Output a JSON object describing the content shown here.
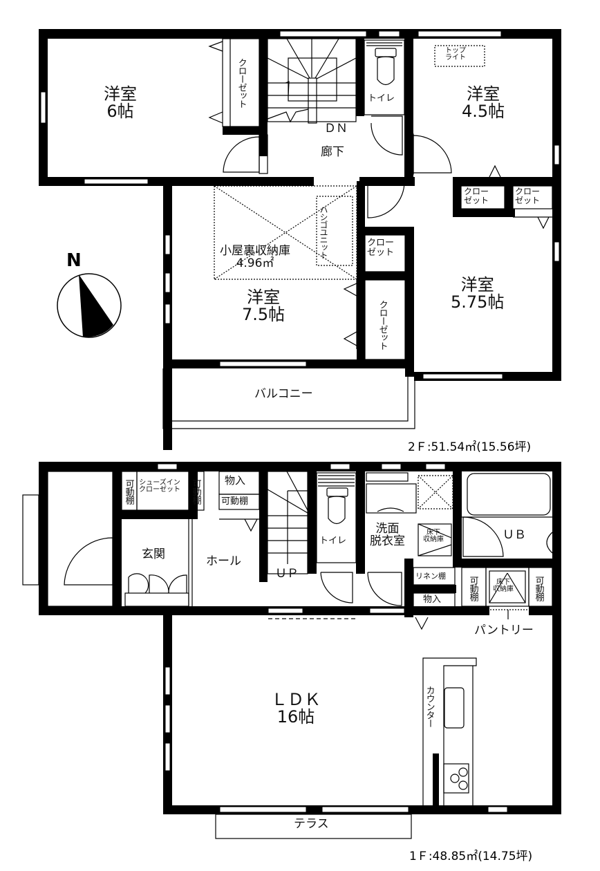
{
  "floor2": {
    "area_label": "2Ｆ:51.54㎡(15.56坪)",
    "rooms": {
      "western6": {
        "name": "洋室",
        "size": "6帖"
      },
      "closet_w6": "クローゼット",
      "stairs_label": "ＤＮ",
      "hallway": "廊下",
      "toilet": "トイレ",
      "toplight": "トップ\nライト",
      "western45": {
        "name": "洋室",
        "size": "4.5帖"
      },
      "closet_a": "クロー\nゼット",
      "closet_b": "クロー\nゼット",
      "attic": {
        "name": "小屋裏収納庫",
        "size": "4.96㎡"
      },
      "hashigo_unit": "ハシゴユニット",
      "closet_c": "クロー\nゼット",
      "western75": {
        "name": "洋室",
        "size": "7.5帖"
      },
      "closet_w75": "クローゼット",
      "western575": {
        "name": "洋室",
        "size": "5.75帖"
      },
      "balcony": "バルコニー"
    }
  },
  "floor1": {
    "area_label": "1Ｆ:48.85㎡(14.75坪)",
    "rooms": {
      "movable_shelf_1": "可動棚",
      "shoe_closet": "シューズイン\nクローゼット",
      "movable_shelf_2": "可動棚",
      "storage1": "物入",
      "movable_shelf_3": "可動棚",
      "entrance": "玄関",
      "hall": "ホール",
      "stairs_label": "ＵＰ",
      "toilet": "トイレ",
      "washroom": "洗面\n脱衣室",
      "underfloor_1": "床下\n収納庫",
      "unit_bath": "ＵＢ",
      "linen": "リネン棚",
      "storage2": "物入",
      "movable_shelf_4": "可動棚",
      "underfloor_2": "床下\n収納庫",
      "movable_shelf_5": "可動棚",
      "pantry": "パントリー",
      "ldk": {
        "name": "ＬＤＫ",
        "size": "16帖"
      },
      "counter": "カウンター",
      "terrace": "テラス"
    }
  },
  "compass": {
    "label": "N"
  }
}
